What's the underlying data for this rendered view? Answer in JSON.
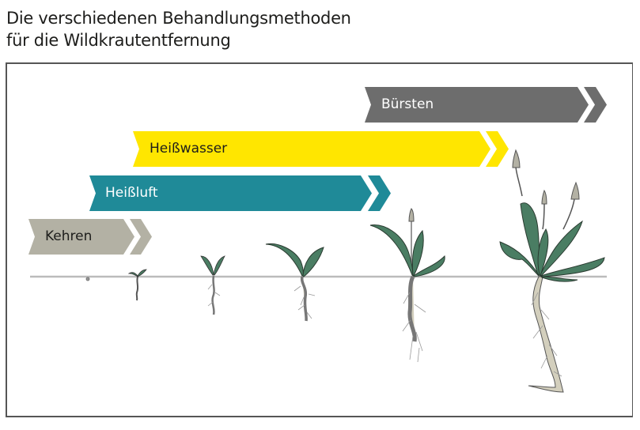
{
  "title": {
    "line1": "Die verschiedenen Behandlungsmethoden",
    "line2": "für die Wildkrautentfernung"
  },
  "methods": [
    {
      "label": "Kehren",
      "color": "#b3b1a4",
      "text_color": "#1d1d1b"
    },
    {
      "label": "Heißluft",
      "color": "#1f8a98",
      "text_color": "#ffffff"
    },
    {
      "label": "Heißwasser",
      "color": "#ffe600",
      "text_color": "#1d1d1b"
    },
    {
      "label": "Bürsten",
      "color": "#6d6d6d",
      "text_color": "#ffffff"
    }
  ],
  "stages": [
    {
      "name": "seed"
    },
    {
      "name": "sprout"
    },
    {
      "name": "seedling"
    },
    {
      "name": "young-plant"
    },
    {
      "name": "flowering-plant"
    },
    {
      "name": "mature-plant"
    }
  ],
  "colors": {
    "leaf": "#4a7d63",
    "root": "#d3cfbd",
    "ground": "#bbbbbb",
    "frame": "#555555"
  }
}
